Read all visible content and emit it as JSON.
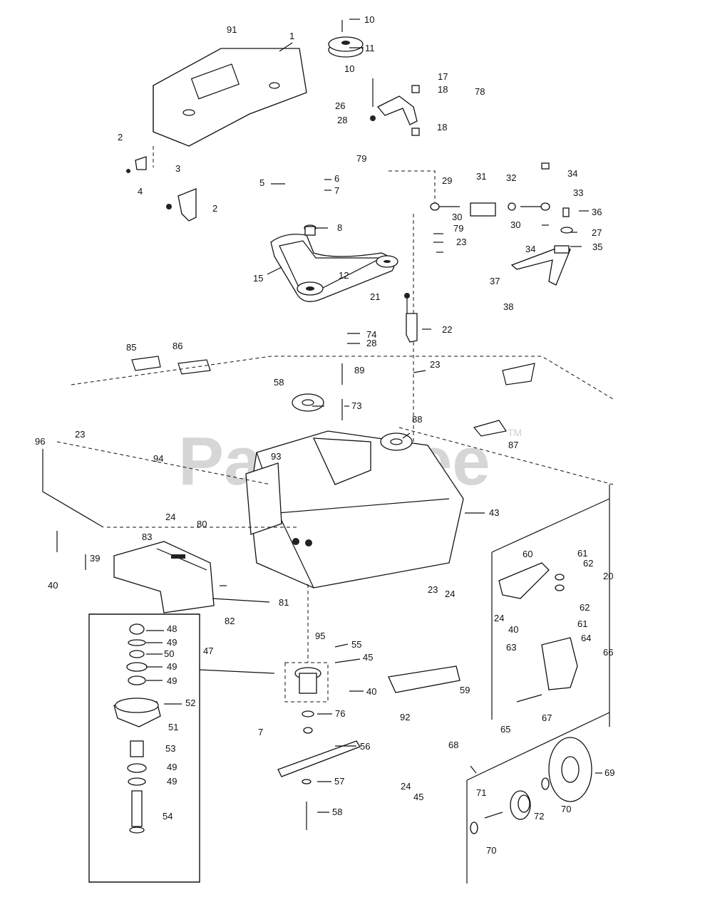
{
  "watermark": {
    "text": "PartsTree",
    "tm": "TM"
  },
  "callouts": {
    "c10a": "10",
    "c91": "91",
    "c1": "1",
    "c11": "11",
    "c10b": "10",
    "c17": "17",
    "c18a": "18",
    "c78": "78",
    "c26": "26",
    "c28a": "28",
    "c18b": "18",
    "c2a": "2",
    "c3": "3",
    "c4": "4",
    "c2b": "2",
    "c79a": "79",
    "c29": "29",
    "c31": "31",
    "c32": "32",
    "c34a": "34",
    "c33": "33",
    "c5": "5",
    "c6": "6",
    "c7a": "7",
    "c8": "8",
    "c30a": "30",
    "c79b": "79",
    "c23a": "23",
    "c30b": "30",
    "c36": "36",
    "c27": "27",
    "c34b": "34",
    "c35": "35",
    "c15": "15",
    "c12": "12",
    "c37": "37",
    "c38": "38",
    "c21": "21",
    "c22": "22",
    "c74": "74",
    "c28b": "28",
    "c89": "89",
    "c23b": "23",
    "c85": "85",
    "c86": "86",
    "c58": "58",
    "c73": "73",
    "c88": "88",
    "c87": "87",
    "c96": "96",
    "c23c": "23",
    "c93": "93",
    "c94": "94",
    "c43": "43",
    "c83": "83",
    "c24a": "24",
    "c80": "80",
    "c39": "39",
    "c40a": "40",
    "c81": "81",
    "c82": "82",
    "c60": "60",
    "c61a": "61",
    "c62a": "62",
    "c20": "20",
    "c23d": "23",
    "c24b": "24",
    "c24c": "24",
    "c40b": "40",
    "c62b": "62",
    "c61b": "61",
    "c63": "63",
    "c64": "64",
    "c66": "66",
    "c48": "48",
    "c49a": "49",
    "c50": "50",
    "c49b": "49",
    "c49c": "49",
    "c47": "47",
    "c52": "52",
    "c51": "51",
    "c53": "53",
    "c49d": "49",
    "c49e": "49",
    "c54": "54",
    "c95": "95",
    "c55": "55",
    "c45a": "45",
    "c40c": "40",
    "c76": "76",
    "c7b": "7",
    "c56": "56",
    "c57": "57",
    "c58b": "58",
    "c92": "92",
    "c59": "59",
    "c65": "65",
    "c67": "67",
    "c68": "68",
    "c69": "69",
    "c24d": "24",
    "c45b": "45",
    "c71": "71",
    "c72": "72",
    "c70a": "70",
    "c70b": "70"
  }
}
